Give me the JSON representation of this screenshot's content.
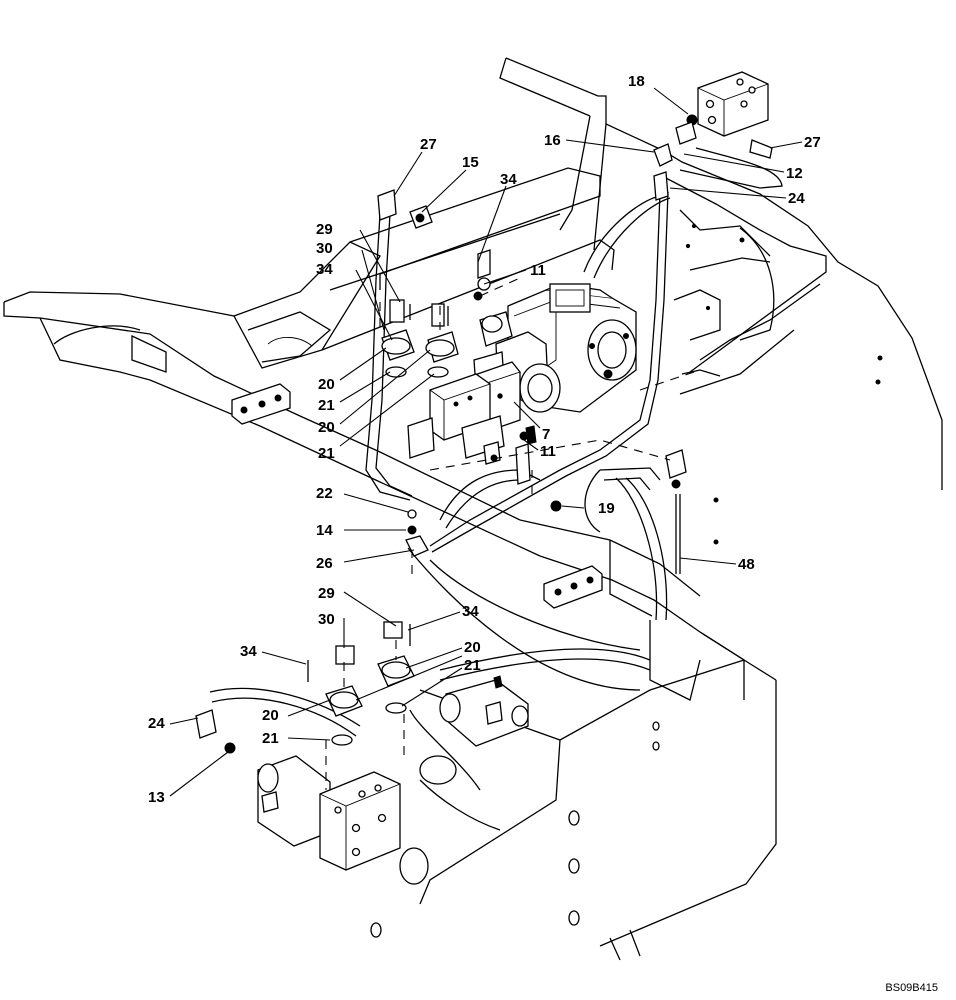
{
  "reference_code": "BS09B415",
  "callouts": {
    "c18": "18",
    "c16": "16",
    "c27a": "27",
    "c12": "12",
    "c24a": "24",
    "c27b": "27",
    "c15": "15",
    "c34a": "34",
    "c29a": "29",
    "c30a": "30",
    "c34b": "34",
    "c11a": "11",
    "c20a": "20",
    "c21a": "21",
    "c20b": "20",
    "c21b": "21",
    "c7": "7",
    "c11b": "11",
    "c22": "22",
    "c19": "19",
    "c14": "14",
    "c26": "26",
    "c48": "48",
    "c29b": "29",
    "c30b": "30",
    "c34c": "34",
    "c34d": "34",
    "c20c": "20",
    "c21c": "21",
    "c24b": "24",
    "c20d": "20",
    "c21d": "21",
    "c13": "13"
  }
}
